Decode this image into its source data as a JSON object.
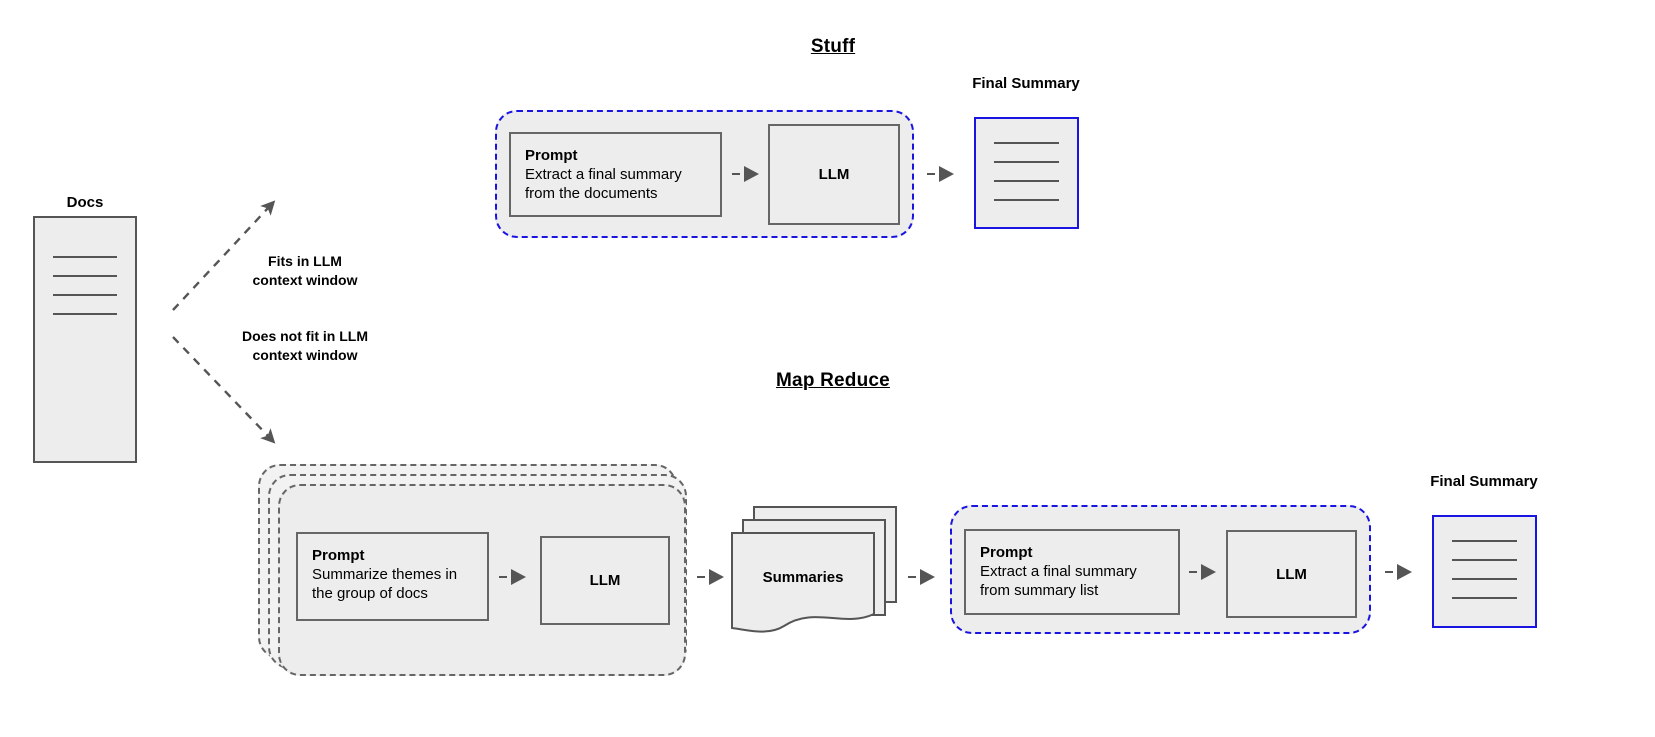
{
  "diagram": {
    "sections": [
      {
        "id": "stuff",
        "title": "Stuff"
      },
      {
        "id": "map_reduce",
        "title": "Map Reduce"
      }
    ],
    "source": {
      "label": "Docs",
      "line_count": 4
    },
    "branches": [
      {
        "id": "fits",
        "caption": "Fits in LLM\ncontext window"
      },
      {
        "id": "does_not_fit",
        "caption": "Does not fit in LLM\ncontext window"
      }
    ],
    "stuff_chain": {
      "group_style": "blue-dashed",
      "prompt": {
        "title": "Prompt",
        "body": "Extract a final summary\nfrom the documents"
      },
      "llm": {
        "label": "LLM"
      },
      "output": {
        "label": "Final\nSummary",
        "line_count": 4,
        "border_color": "#1a14e0"
      }
    },
    "map_chain": {
      "map_stage": {
        "group_style": "gray-dashed-stack",
        "stack_count": 3,
        "prompt": {
          "title": "Prompt",
          "body": "Summarize themes in\nthe group of docs"
        },
        "llm": {
          "label": "LLM"
        }
      },
      "intermediate": {
        "label": "Summaries",
        "sheet_count": 3
      },
      "reduce_stage": {
        "group_style": "blue-dashed",
        "prompt": {
          "title": "Prompt",
          "body": "Extract a final summary\nfrom summary list"
        },
        "llm": {
          "label": "LLM"
        }
      },
      "output": {
        "label": "Final\nSummary",
        "line_count": 4,
        "border_color": "#1a14e0"
      }
    },
    "colors": {
      "fill": "#ededed",
      "stroke": "#666666",
      "accent_blue": "#1a14e0",
      "arrow": "#555555"
    }
  }
}
